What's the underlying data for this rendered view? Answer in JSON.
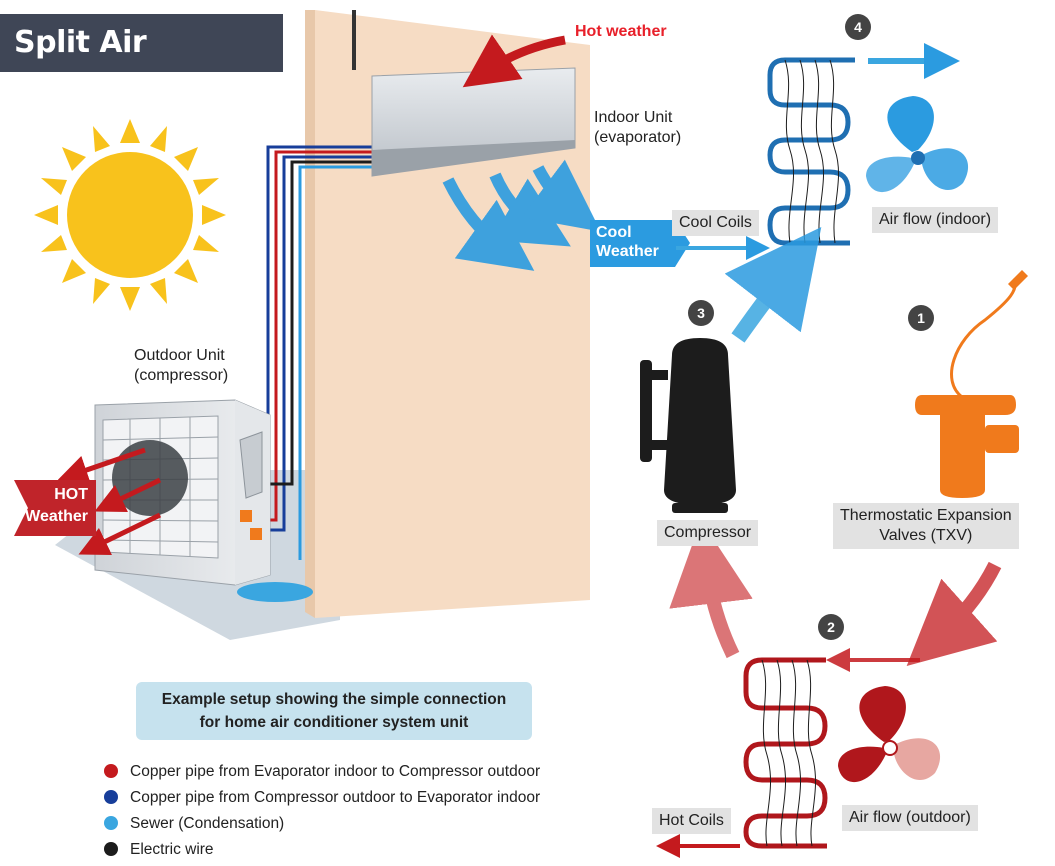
{
  "title": "Split Air Conditioner",
  "labels": {
    "hot_weather_top": "Hot weather",
    "indoor_unit_line1": "Indoor Unit",
    "indoor_unit_line2": "(evaporator)",
    "outdoor_unit_line1": "Outdoor Unit",
    "outdoor_unit_line2": "(compressor)",
    "hot_weather_flag_line1": "HOT",
    "hot_weather_flag_line2": "Weather",
    "cool_weather_line1": "Cool",
    "cool_weather_line2": "Weather",
    "cool_coils": "Cool Coils",
    "air_flow_indoor": "Air flow (indoor)",
    "compressor": "Compressor",
    "txv_line1": "Thermostatic Expansion",
    "txv_line2": "Valves (TXV)",
    "hot_coils": "Hot Coils",
    "air_flow_outdoor": "Air flow (outdoor)"
  },
  "steps": [
    "1",
    "2",
    "3",
    "4"
  ],
  "example": {
    "line1": "Example setup showing the simple connection",
    "line2": "for home air conditioner system unit"
  },
  "legend": [
    {
      "label": "Copper pipe from Evaporator indoor to Compressor outdoor",
      "color": "#c41a1e"
    },
    {
      "label": "Copper pipe from Compressor outdoor to Evaporator indoor",
      "color": "#173e9a"
    },
    {
      "label": "Sewer (Condensation)",
      "color": "#3aa6e0"
    },
    {
      "label": "Electric wire",
      "color": "#1c1c1c"
    }
  ],
  "colors": {
    "title_bg": "#3f4656",
    "hot": "#c0242a",
    "cool": "#2b9be0",
    "wall": "#f6dcc4",
    "sun": "#f8c21c",
    "valve": "#f07a1c"
  }
}
